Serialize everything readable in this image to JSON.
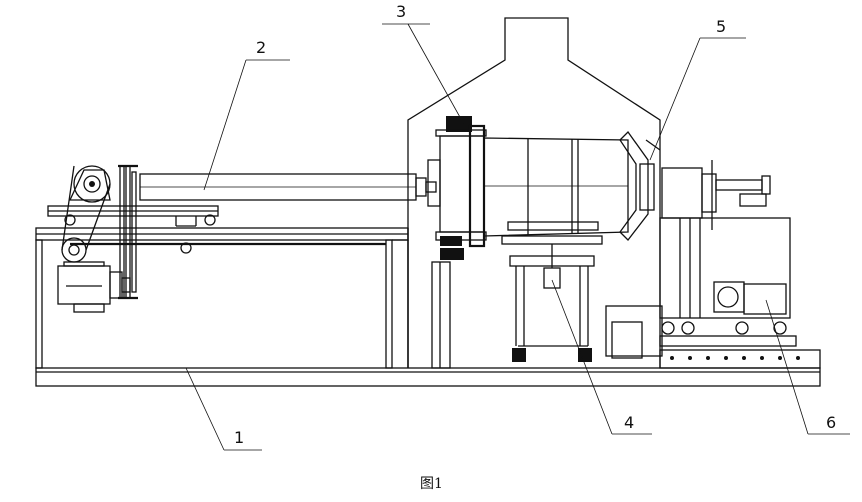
{
  "figure": {
    "labels": {
      "l1": "1",
      "l2": "2",
      "l3": "3",
      "l4": "4",
      "l5": "5",
      "l6": "6"
    },
    "caption": "图1"
  }
}
